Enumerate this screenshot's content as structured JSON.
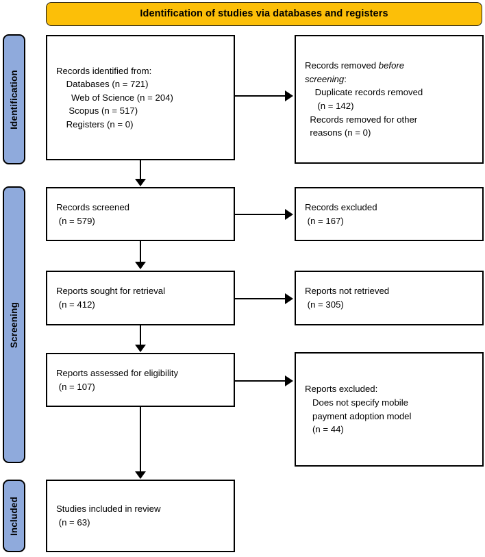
{
  "banner": {
    "title": "Identification of studies via databases and registers",
    "bg_color": "#FCBF08",
    "text_color": "#000000"
  },
  "stages": [
    {
      "id": "identification",
      "label": "Identification",
      "color": "#8FAADC"
    },
    {
      "id": "screening",
      "label": "Screening",
      "color": "#8FAADC"
    },
    {
      "id": "included",
      "label": "Included",
      "color": "#8FAADC"
    }
  ],
  "boxes": {
    "identified": {
      "name": "records-identified",
      "lines": [
        "Records identified from:",
        "    Databases (n = 721)",
        "      Web of Science (n = 204)",
        "     Scopus (n = 517)",
        "    Registers (n = 0)"
      ],
      "text": "Records identified from:\n    Databases (n = 721)\n      Web of Science (n = 204)\n     Scopus (n = 517)\n    Registers (n = 0)"
    },
    "removed_before": {
      "name": "records-removed-before-screening",
      "text_part1": "Records removed ",
      "text_italic1": "before",
      "text_part2": "\n",
      "text_italic2": "screening",
      "text_part3": ":\n    Duplicate records removed\n     (n = 142)\n  Records removed for other\n  reasons (n = 0)"
    },
    "screened": {
      "name": "records-screened",
      "text": "Records screened\n (n = 579)"
    },
    "records_excluded": {
      "name": "records-excluded",
      "text": "Records excluded\n (n = 167)"
    },
    "sought": {
      "name": "reports-sought-for-retrieval",
      "text": "Reports sought for retrieval\n (n = 412)"
    },
    "not_retrieved": {
      "name": "reports-not-retrieved",
      "text": "Reports not retrieved\n (n = 305)"
    },
    "assessed": {
      "name": "reports-assessed-for-eligibility",
      "text": "Reports assessed for eligibility\n (n = 107)"
    },
    "reports_excluded": {
      "name": "reports-excluded",
      "text": "Reports excluded:\n   Does not specify mobile\n   payment adoption model\n   (n = 44)"
    },
    "included": {
      "name": "studies-included-in-review",
      "text": "Studies included in review\n (n = 63)"
    }
  },
  "counts": {
    "databases": 721,
    "web_of_science": 204,
    "scopus": 517,
    "registers": 0,
    "duplicate_records_removed": 142,
    "records_removed_other_reasons": 0,
    "records_screened": 579,
    "records_excluded": 167,
    "reports_sought": 412,
    "reports_not_retrieved": 305,
    "reports_assessed": 107,
    "reports_excluded_no_model": 44,
    "studies_included": 63
  }
}
